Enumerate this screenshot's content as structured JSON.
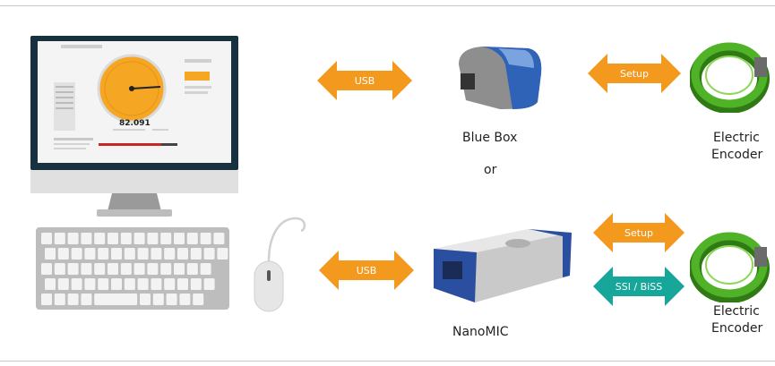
{
  "arrows": {
    "usb_top": "USB",
    "usb_bottom": "USB",
    "setup_top": "Setup",
    "setup_bottom": "Setup",
    "ssi_biss": "SSI / BiSS"
  },
  "labels": {
    "blue_box": "Blue Box",
    "or": "or",
    "nanomic": "NanoMIC",
    "encoder_top_line1": "Electric",
    "encoder_top_line2": "Encoder",
    "encoder_bottom_line1": "Electric",
    "encoder_bottom_line2": "Encoder"
  },
  "screen": {
    "readout": "82.091"
  },
  "colors": {
    "arrow_orange": "#f39a1e",
    "arrow_teal": "#17a79a",
    "box_blue": "#2f63b8",
    "encoder_green": "#3d9a1e",
    "gauge_orange": "#f5a623"
  }
}
